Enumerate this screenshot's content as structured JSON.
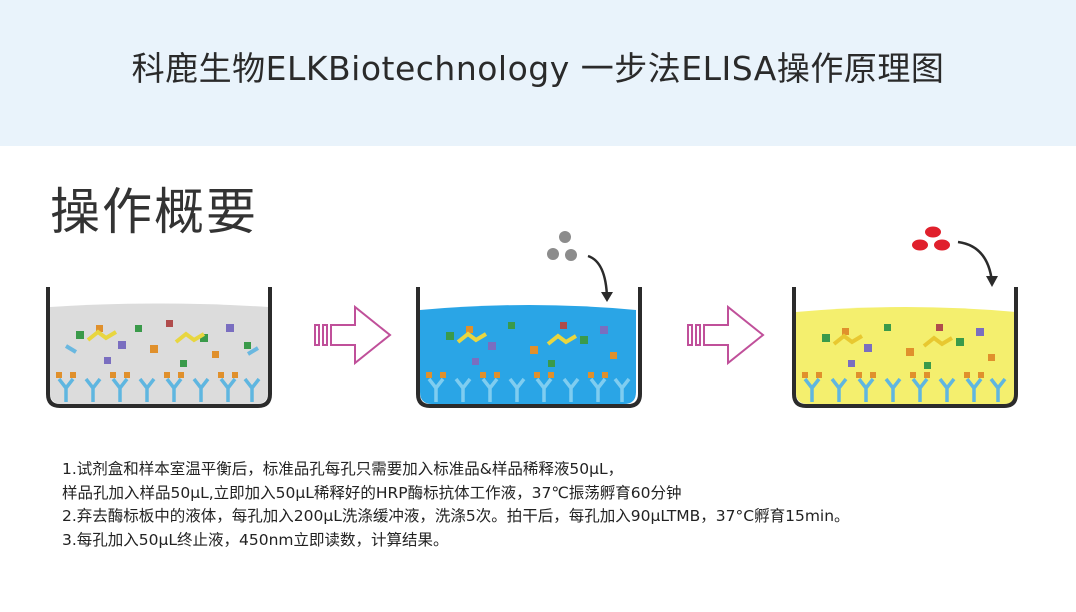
{
  "header": {
    "title": "科鹿生物ELKBiotechnology 一步法ELISA操作原理图"
  },
  "section": {
    "heading": "操作概要"
  },
  "steps": [
    "1.试剂盒和样本室温平衡后，标准品孔每孔只需要加入标准品&样品稀释液50μL，",
    "样品孔加入样品50μL,立即加入50μL稀释好的HRP酶标抗体工作液，37℃振荡孵育60分钟",
    "2.弃去酶标板中的液体，每孔加入200μL洗涤缓冲液，洗涤5次。拍干后，每孔加入90μLTMB，37°C孵育15min。",
    "3.每孔加入50μL终止液，450nm立即读数，计算结果。"
  ],
  "colors": {
    "header_bg": "#e9f3fb",
    "well1_liquid": "#dcdcdc",
    "well2_liquid": "#2aa5e6",
    "well3_liquid": "#f4ef6e",
    "arrow_outline": "#c0509a",
    "grey_dots": "#8c8c8c",
    "red_dots": "#e0202c"
  }
}
